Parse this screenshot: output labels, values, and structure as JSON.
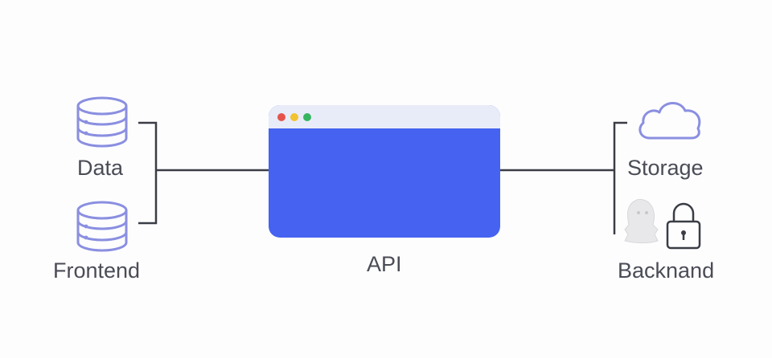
{
  "diagram": {
    "nodes": {
      "data": {
        "label": "Data",
        "icon": "database-icon"
      },
      "frontend": {
        "label": "Frontend",
        "icon": "database-icon"
      },
      "api": {
        "label": "API",
        "icon": "browser-window-icon"
      },
      "storage": {
        "label": "Storage",
        "icon": "cloud-icon"
      },
      "backend": {
        "label": "Backnand",
        "icon": "lock-icon"
      }
    },
    "colors": {
      "icon_stroke": "#8a8fe0",
      "connector": "#3a3d45",
      "window_body": "#4563f0",
      "window_titlebar": "#e8ecf8",
      "dot_red": "#e5534b",
      "dot_yellow": "#f2c230",
      "dot_green": "#36b560",
      "text": "#4a4c56"
    }
  }
}
